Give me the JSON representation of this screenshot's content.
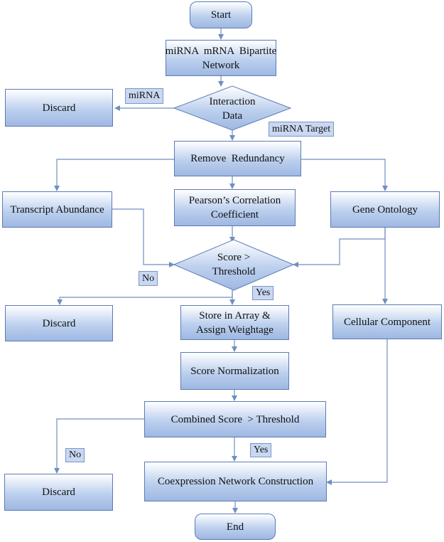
{
  "nodes": {
    "start": "Start",
    "bipartite_line1": "miRNA  mRNA  Bipartite",
    "bipartite_line2": "Network",
    "interaction_line1": "Interaction",
    "interaction_line2": "Data",
    "discard_top": "Discard",
    "remove_redundancy": "Remove  Redundancy",
    "transcript_abundance": "Transcript Abundance",
    "pearson_line1": "Pearson’s Correlation",
    "pearson_line2": "Coefficient",
    "gene_ontology": "Gene Ontology",
    "score_line1": "Score >",
    "score_line2": "Threshold",
    "discard_middle": "Discard",
    "store_line1": "Store in Array &",
    "store_line2": "Assign Weightage",
    "cellular_component": "Cellular Component",
    "score_normalization": "Score Normalization",
    "combined_score": "Combined Score  > Threshold",
    "discard_bottom": "Discard",
    "coexpression": "Coexpression Network Construction",
    "end": "End"
  },
  "tags": {
    "mirna": "miRNA",
    "mirna_target": "miRNA Target",
    "no_1": "No",
    "yes_1": "Yes",
    "no_2": "No",
    "yes_2": "Yes"
  },
  "colors": {
    "box_top": "#ffffff",
    "box_bottom": "#9fb8e2",
    "border": "#5b7bb5",
    "connector": "#6f8fc0"
  }
}
